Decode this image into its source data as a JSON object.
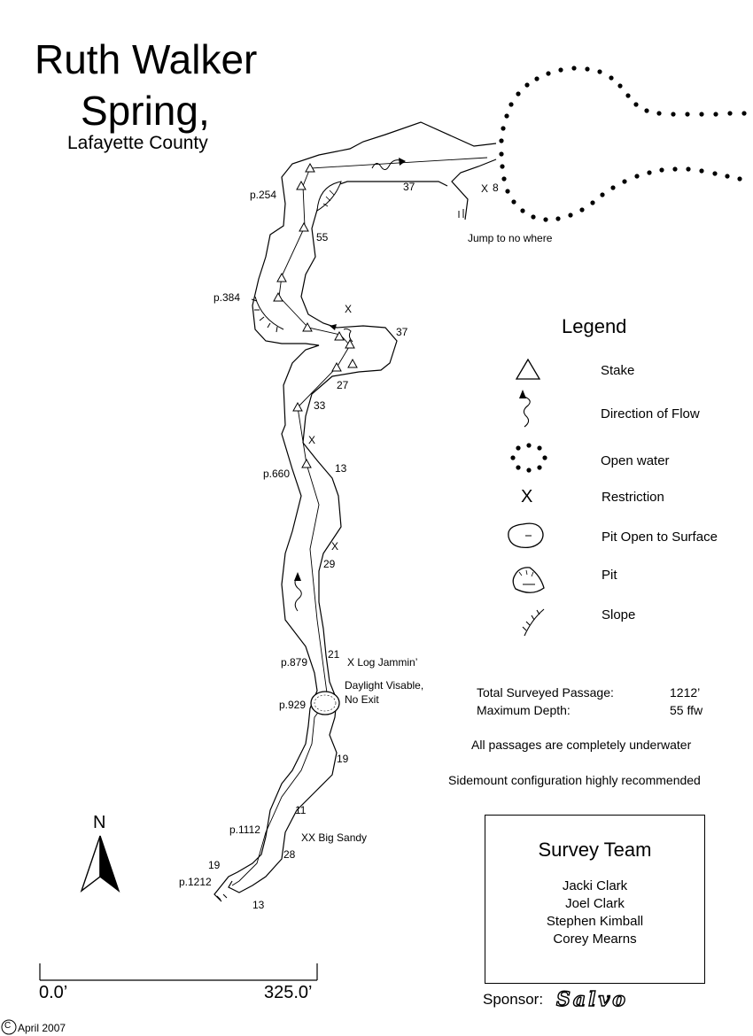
{
  "title": {
    "line1": "Ruth Walker",
    "line2": "Spring,",
    "county": "Lafayette County"
  },
  "map_labels": {
    "p254": "p.254",
    "p384": "p.384",
    "p660": "p.660",
    "p879": "p.879",
    "p929": "p.929",
    "p1112": "p.1112",
    "p1212": "p.1212",
    "depth_37_top": "37",
    "depth_8": "8",
    "depth_55": "55",
    "depth_37_mid": "37",
    "depth_27": "27",
    "depth_33": "33",
    "depth_13_mid": "13",
    "depth_29": "29",
    "depth_21": "21",
    "depth_19_mid": "19",
    "depth_11": "11",
    "depth_28": "28",
    "depth_19_low": "19",
    "depth_13_low": "13",
    "x_top": "X",
    "x_mid1": "X",
    "x_mid2": "X",
    "x_mid3": "X",
    "jump": "Jump to no where",
    "log_jammin": "X Log Jammin’",
    "daylight_1": "Daylight Visable,",
    "daylight_2": "No Exit",
    "big_sandy": "XX Big Sandy"
  },
  "legend": {
    "title": "Legend",
    "items": [
      {
        "icon": "triangle-stake-icon",
        "label": "Stake"
      },
      {
        "icon": "squiggle-arrow-icon",
        "label": "Direction of Flow"
      },
      {
        "icon": "dotted-circle-icon",
        "label": "Open water"
      },
      {
        "icon": "x-mark-icon",
        "label": "Restriction"
      },
      {
        "icon": "pit-open-icon",
        "label": "Pit Open to Surface"
      },
      {
        "icon": "pit-icon",
        "label": "Pit"
      },
      {
        "icon": "slope-icon",
        "label": "Slope"
      }
    ]
  },
  "stats": {
    "passage_label": "Total Surveyed Passage:",
    "passage_value": "1212’",
    "depth_label": "Maximum Depth:",
    "depth_value": "55 ffw"
  },
  "notes": {
    "note1": "All passages are completely underwater",
    "note2": "Sidemount configuration highly recommended"
  },
  "survey_team": {
    "title": "Survey Team",
    "members": [
      "Jacki Clark",
      "Joel Clark",
      "Stephen Kimball",
      "Corey Mearns"
    ]
  },
  "sponsor": {
    "label": "Sponsor:",
    "logo_text": "Salvo"
  },
  "north": "N",
  "scale": {
    "start": "0.0’",
    "end": "325.0’"
  },
  "copyright": {
    "symbol": "C",
    "text": "April 2007"
  }
}
